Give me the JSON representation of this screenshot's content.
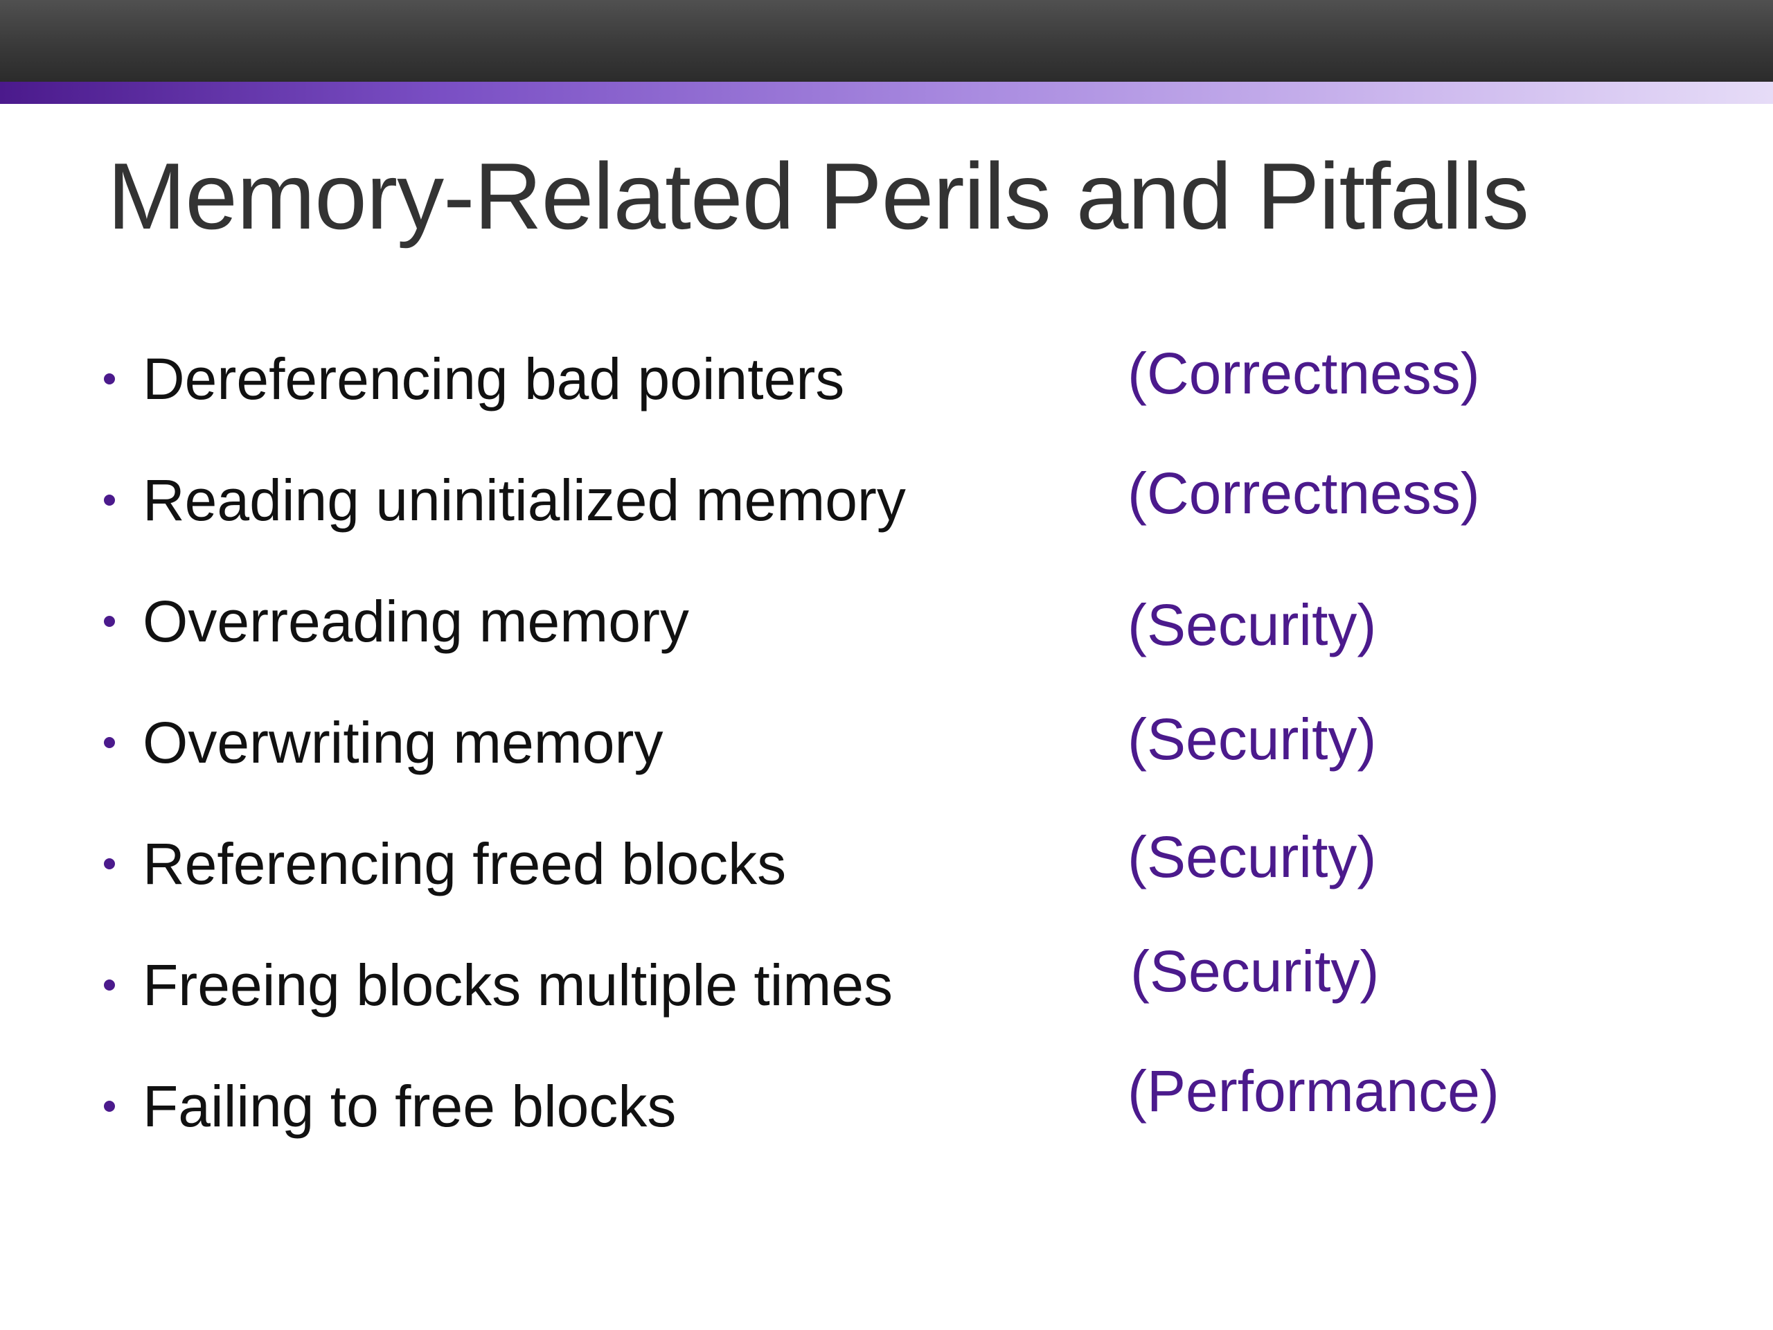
{
  "slide": {
    "title": "Memory-Related Perils and Pitfalls"
  },
  "bullets": [
    {
      "text": "Dereferencing bad pointers",
      "tag": "(Correctness)"
    },
    {
      "text": "Reading uninitialized memory",
      "tag": "(Correctness)"
    },
    {
      "text": "Overreading memory",
      "tag": "(Security)"
    },
    {
      "text": "Overwriting memory",
      "tag": "(Security)"
    },
    {
      "text": "Referencing freed blocks",
      "tag": "(Security)"
    },
    {
      "text": "Freeing blocks multiple times",
      "tag": "(Security)"
    },
    {
      "text": "Failing to free blocks",
      "tag": "(Performance)"
    }
  ],
  "colors": {
    "accent": "#4b1a8c",
    "title_text": "#333333",
    "body_text": "#111111",
    "header_bar": "#3a3a3a"
  }
}
